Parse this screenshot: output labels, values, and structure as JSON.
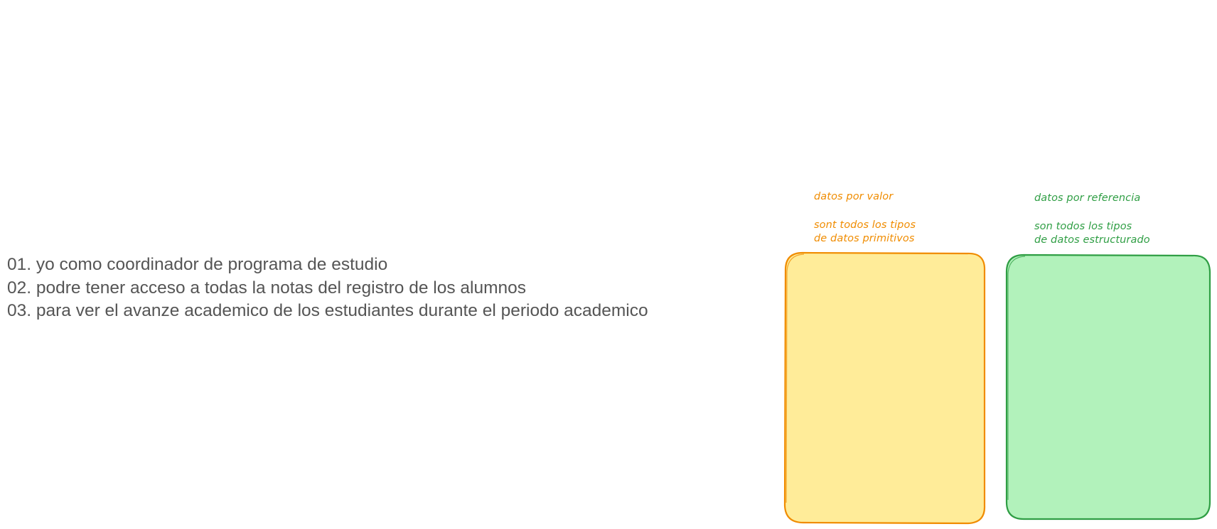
{
  "stories": [
    "01. yo como coordinador de programa de estudio",
    "02. podre tener acceso a todas la notas del registro de los alumnos",
    "03. para ver el avanze academico de los estudiantes durante el periodo academico"
  ],
  "value_box": {
    "title": "datos por valor",
    "description": "sont todos los tipos\nde datos primitivos",
    "fill": "#ffec99",
    "stroke": "#f08c00"
  },
  "reference_box": {
    "title": "datos por referencia",
    "description": "son todos los tipos\nde datos estructurado",
    "fill": "#b2f2bb",
    "stroke": "#2f9e44"
  }
}
